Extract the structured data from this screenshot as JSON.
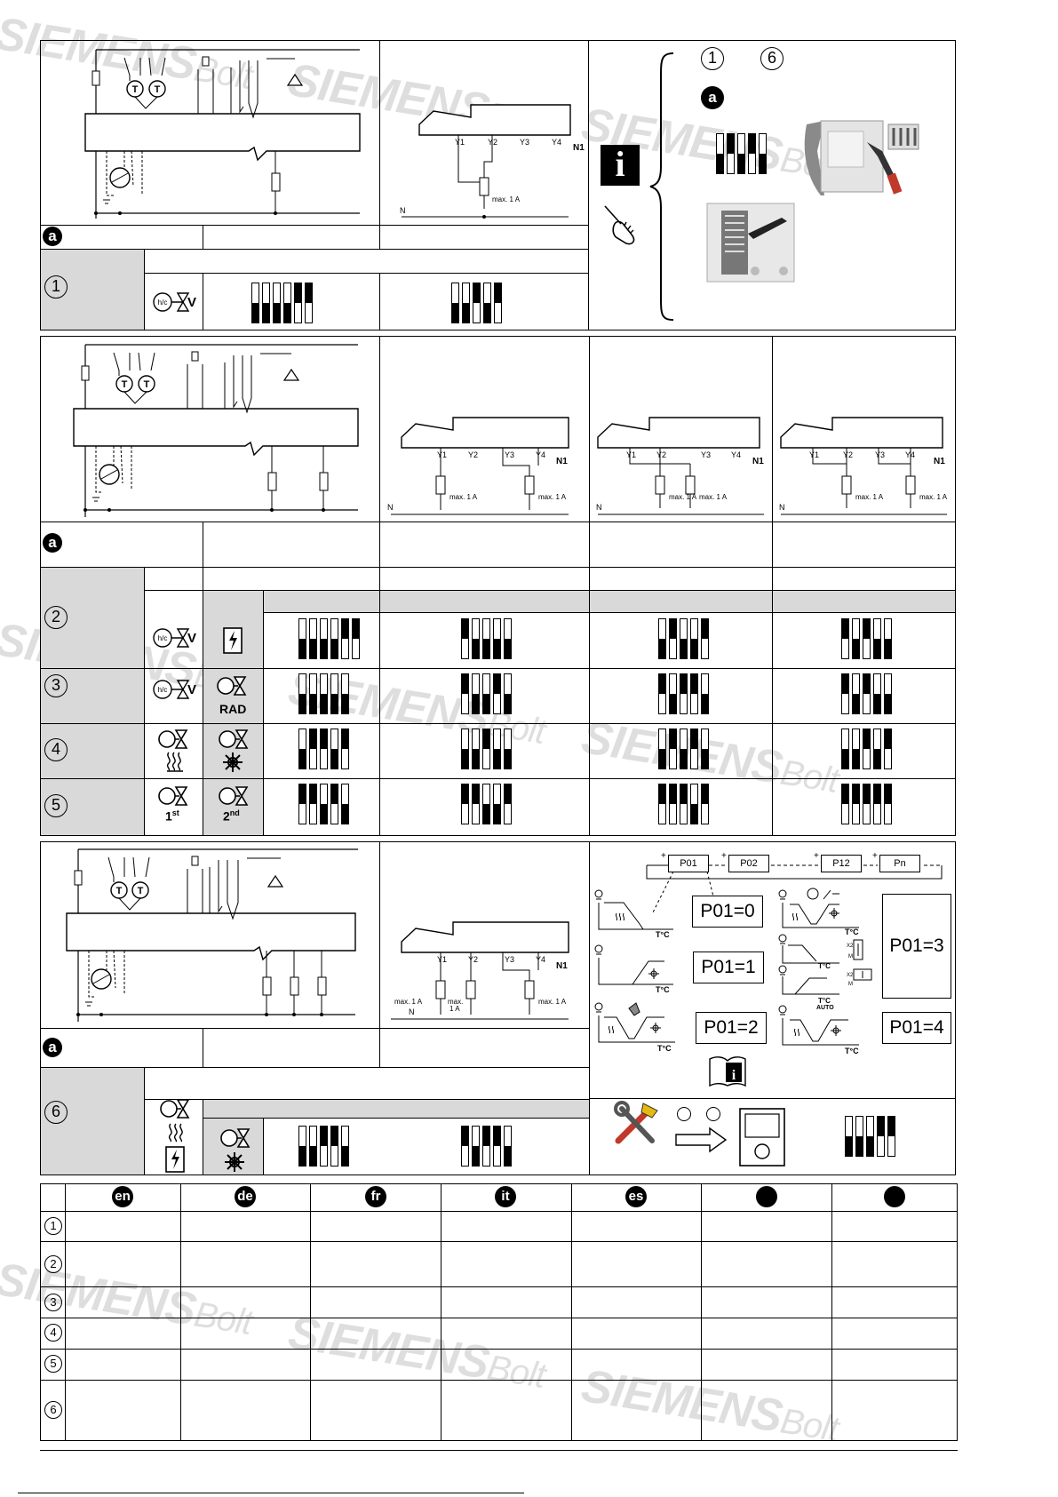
{
  "watermark": {
    "brand": "SIEMENS",
    "sub": "Bolt"
  },
  "section1": {
    "badge_a": "a",
    "row_number": "1",
    "info_refs": [
      "1",
      "6"
    ],
    "info_badge": "a",
    "wiring_labels": {
      "Y1": "Y1",
      "Y2": "Y2",
      "Y3": "Y3",
      "Y4": "Y4",
      "N1": "N1",
      "N": "N",
      "max": "max. 1 A"
    },
    "valve_symbol": "V"
  },
  "section2": {
    "badge_a": "a",
    "rows": [
      "2",
      "3",
      "4",
      "5"
    ],
    "valve_symbol": "V",
    "rad_label": "RAD",
    "first_label": "1",
    "first_sup": "st",
    "second_label": "2",
    "second_sup": "nd",
    "wiring_labels": {
      "Y1": "Y1",
      "Y2": "Y2",
      "Y3": "Y3",
      "Y4": "Y4",
      "N1": "N1",
      "N": "N",
      "max": "max. 1 A"
    }
  },
  "section3": {
    "badge_a": "a",
    "row_number": "6",
    "wiring_labels": {
      "Y1": "Y1",
      "Y2": "Y2",
      "Y3": "Y3",
      "Y4": "Y4",
      "N1": "N1",
      "N": "N",
      "max": "max. 1 A",
      "max_split": "max. 1 A"
    },
    "params": {
      "p01": "P01",
      "p02": "P02",
      "p12": "P12",
      "pn": "Pn",
      "plus": "+"
    },
    "modes": {
      "m0": "P01=0",
      "m1": "P01=1",
      "m2": "P01=2",
      "m3": "P01=3",
      "m4": "P01=4"
    },
    "axis": "T°C",
    "auto": "AUTO",
    "x2": "X2",
    "m": "M"
  },
  "language_table": {
    "headers": [
      "en",
      "de",
      "fr",
      "it",
      "es",
      "",
      ""
    ],
    "rows": [
      "1",
      "2",
      "3",
      "4",
      "5",
      "6"
    ]
  },
  "colors": {
    "grey": "#d9d9d9",
    "watermark": "#c8c8c8"
  }
}
